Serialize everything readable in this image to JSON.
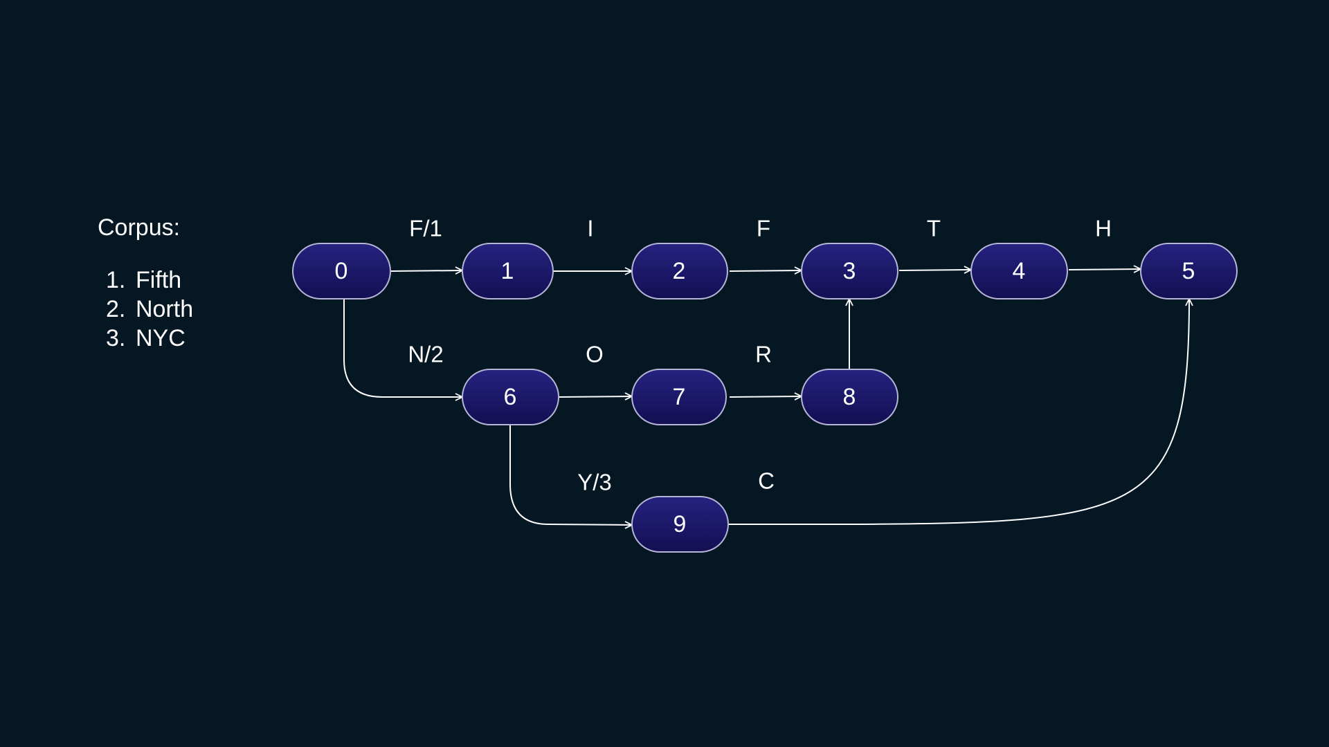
{
  "corpus": {
    "title": "Corpus:",
    "items": [
      {
        "num": "1.",
        "word": "Fifth"
      },
      {
        "num": "2.",
        "word": "North"
      },
      {
        "num": "3.",
        "word": "NYC"
      }
    ]
  },
  "nodes": [
    "0",
    "1",
    "2",
    "3",
    "4",
    "5",
    "6",
    "7",
    "8",
    "9"
  ],
  "edge_labels": {
    "e0_1": "F/1",
    "e1_2": "I",
    "e2_3": "F",
    "e3_4": "T",
    "e4_5": "H",
    "e0_6": "N/2",
    "e6_7": "O",
    "e7_8": "R",
    "e6_9": "Y/3",
    "e9_5": "C"
  },
  "colors": {
    "background": "#051723",
    "node_fill_top": "#262280",
    "node_fill_bottom": "#130f52",
    "node_stroke": "#b8b6d8",
    "edge": "#ffffff"
  }
}
